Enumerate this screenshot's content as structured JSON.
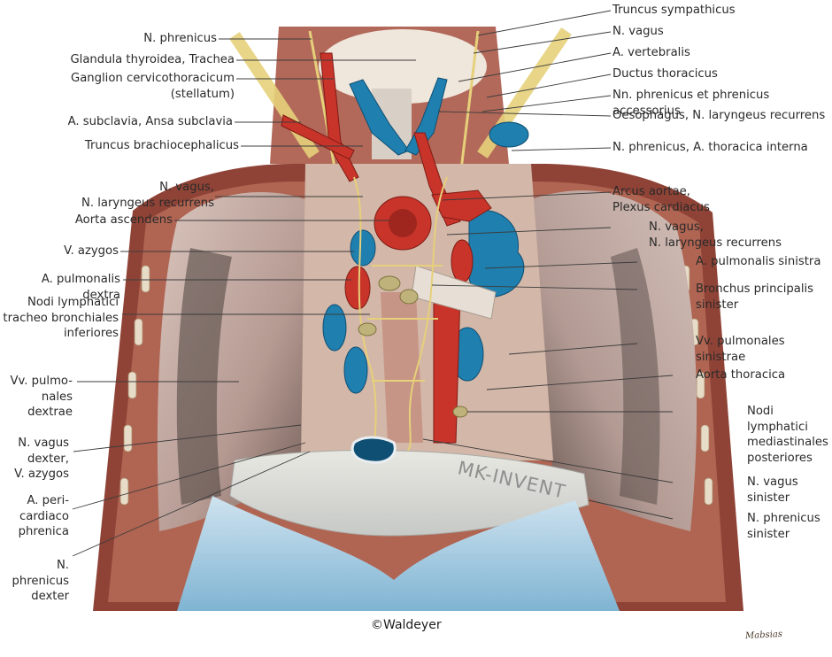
{
  "figure": {
    "watermark": "MK-INVENT",
    "credit": "©Waldeyer",
    "signature": "Mabsias",
    "colors": {
      "artery": "#c8342a",
      "vein": "#1f7fae",
      "nerve": "#e6d07a",
      "lung": "#c9b2ab",
      "muscle": "#9c4a3c",
      "pericardium": "#dcdcd6",
      "background": "#ffffff"
    }
  },
  "labels_left": [
    "N. phrenicus",
    "Glandula thyroidea, Trachea",
    "Ganglion cervicothoracicum\n(stellatum)",
    "A. subclavia, Ansa subclavia",
    "Truncus brachiocephalicus",
    "N. vagus,\nN. laryngeus recurrens",
    "Aorta ascendens",
    "V. azygos",
    "A. pulmonalis dextra",
    "Nodi lymphatici\ntracheo bronchiales\ninferiores",
    "Vv. pulmo-\nnales\ndextrae",
    "N. vagus\ndexter,\nV. azygos",
    "A. peri-\ncardiaco\nphrenica",
    "N. phrenicus\ndexter"
  ],
  "labels_right": [
    "Truncus sympathicus",
    "N. vagus",
    "A. vertebralis",
    "Ductus thoracicus",
    "Nn. phrenicus et phrenicus accessorius",
    "Oesophagus, N. laryngeus recurrens",
    "N. phrenicus, A. thoracica interna",
    "Arcus aortae,\nPlexus cardiacus",
    "N. vagus,\nN. laryngeus recurrens",
    "A. pulmonalis sinistra",
    "Bronchus principalis\nsinister",
    "Vv. pulmonales\nsinistrae",
    "Aorta thoracica",
    "Nodi\nlymphatici\nmediastinales\nposteriores",
    "N. vagus\nsinister",
    "N. phrenicus\nsinister"
  ]
}
